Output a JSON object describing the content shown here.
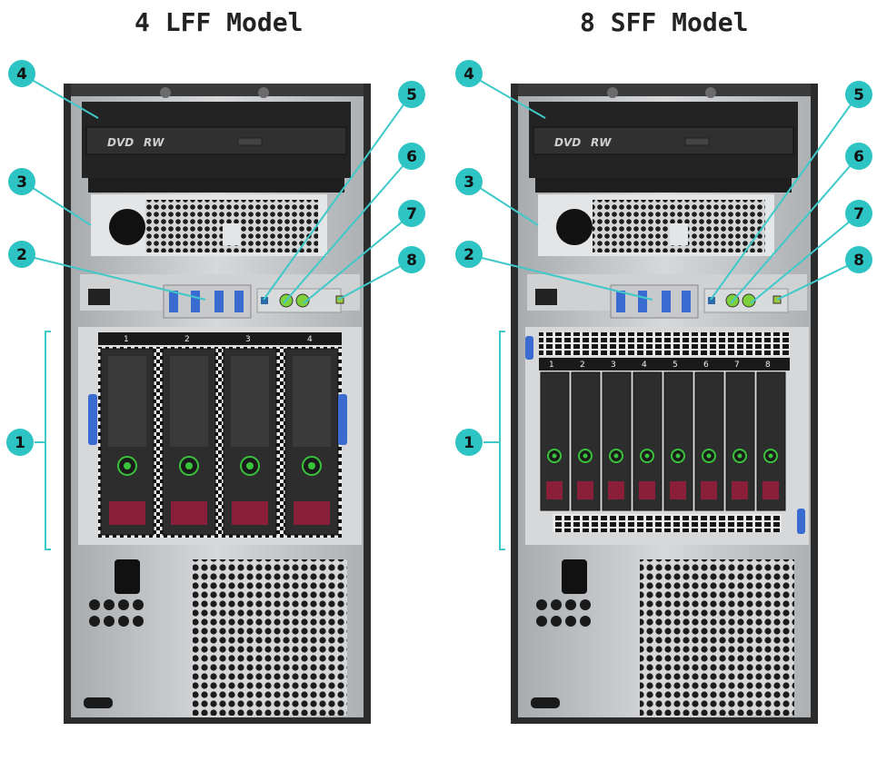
{
  "models": [
    {
      "title": "4 LFF Model",
      "bays": [
        "1",
        "2",
        "3",
        "4"
      ],
      "callouts": [
        "1",
        "2",
        "3",
        "4",
        "5",
        "6",
        "7",
        "8"
      ],
      "dvd_label": "DVD",
      "disc_label": "RW"
    },
    {
      "title": "8 SFF Model",
      "bays": [
        "1",
        "2",
        "3",
        "4",
        "5",
        "6",
        "7",
        "8"
      ],
      "callouts": [
        "1",
        "2",
        "3",
        "4",
        "5",
        "6",
        "7",
        "8"
      ],
      "dvd_label": "DVD",
      "disc_label": "RW"
    }
  ],
  "colors": {
    "callout_fill": "#2ec4c4",
    "callout_line": "#3fc9c9",
    "chassis": "#3a3a3a",
    "panel_metal": "#bfc2c4",
    "drive_body": "#2d2d2d",
    "drive_led": "#39c23b",
    "drive_latch": "#8a1f3a",
    "usb_blue": "#3a6bd1",
    "power_led": "#7fd13b"
  }
}
